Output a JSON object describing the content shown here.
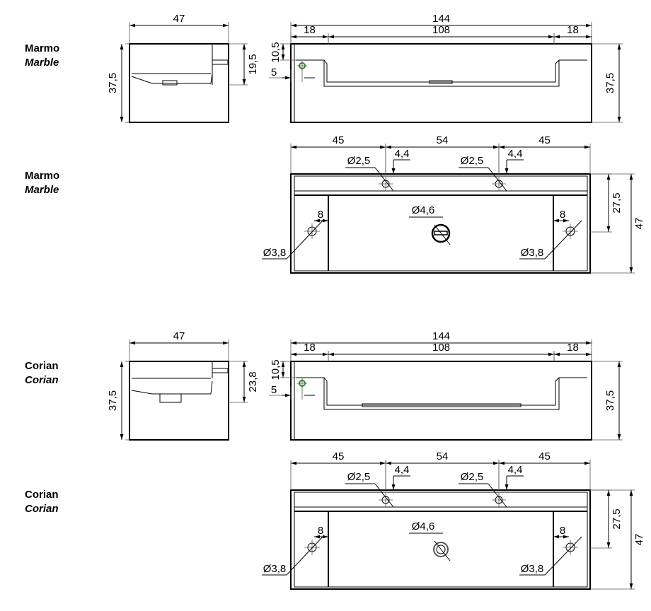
{
  "labels": [
    {
      "material_it": "Marmo",
      "material_en": "Marble"
    },
    {
      "material_it": "Marmo",
      "material_en": "Marble"
    },
    {
      "material_it": "Corian",
      "material_en": "Corian"
    },
    {
      "material_it": "Corian",
      "material_en": "Corian"
    }
  ],
  "marble": {
    "side": {
      "width": "47",
      "height": "37,5",
      "depth": "19,5"
    },
    "front": {
      "total": "144",
      "left": "18",
      "center": "108",
      "right": "18",
      "height": "37,5",
      "top_offset": "10,5",
      "side_offset": "5"
    },
    "top": {
      "d1": "45",
      "d2": "54",
      "d3": "45",
      "hole_left": "Ø2,5",
      "hole_right": "Ø2,5",
      "off_left": "4,4",
      "off_right": "4,4",
      "drain": "Ø4,6",
      "side_hole_left": "Ø3,8",
      "side_hole_right": "Ø3,8",
      "side_off_left": "8",
      "side_off_right": "8",
      "inner_depth": "27,5",
      "depth": "47"
    }
  },
  "corian": {
    "side": {
      "width": "47",
      "height": "37,5",
      "depth": "23,8"
    },
    "front": {
      "total": "144",
      "left": "18",
      "center": "108",
      "right": "18",
      "height": "37,5",
      "top_offset": "10,5",
      "side_offset": "5"
    },
    "top": {
      "d1": "45",
      "d2": "54",
      "d3": "45",
      "hole_left": "Ø2,5",
      "hole_right": "Ø2,5",
      "off_left": "4,4",
      "off_right": "4,4",
      "drain": "Ø4,6",
      "side_hole_left": "Ø3,8",
      "side_hole_right": "Ø3,8",
      "side_off_left": "8",
      "side_off_right": "8",
      "inner_depth": "27,5",
      "depth": "47"
    }
  },
  "colors": {
    "line": "#000000",
    "marker": "#2e8b2e"
  }
}
